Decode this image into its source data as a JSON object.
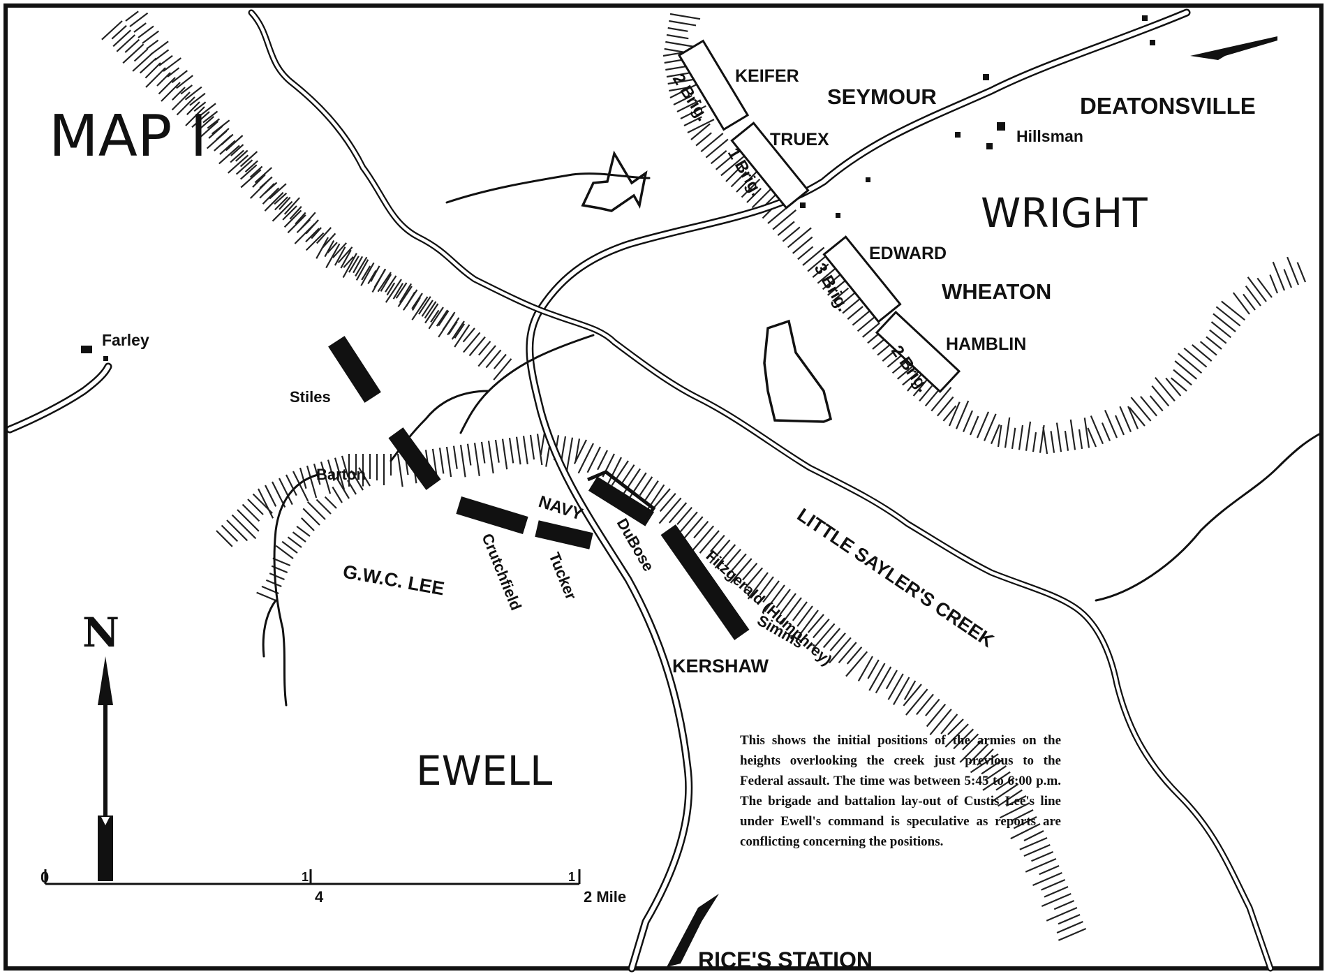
{
  "map": {
    "title": "MAP I",
    "places": {
      "deatonsville": "DEATONSVILLE",
      "hillsman": "Hillsman",
      "farley": "Farley",
      "rices_station": "RICE'S STATION",
      "creek": "LITTLE SAYLER'S CREEK"
    },
    "union": {
      "corps": "WRIGHT",
      "divisions": {
        "seymour": "SEYMOUR",
        "wheaton": "WHEATON"
      },
      "brigades": {
        "keifer": "KEIFER",
        "truex": "TRUEX",
        "edward": "EDWARD",
        "hamblin": "HAMBLIN",
        "keifer_tag": "2 Brig.",
        "truex_tag": "1 Brig.",
        "edward_tag": "3 Brig.",
        "hamblin_tag": "2 Brig."
      }
    },
    "confederate": {
      "corps": "EWELL",
      "divisions": {
        "gwc_lee": "G.W.C. LEE",
        "kershaw": "KERSHAW"
      },
      "units": {
        "stiles": "Stiles",
        "barton": "Barton",
        "navy": "NAVY",
        "crutchfield": "Crutchfield",
        "tucker": "Tucker",
        "dubose": "DuBose",
        "fitzgerald": "Fitzgerald (Humphrey)",
        "simms": "Simms"
      }
    },
    "north_label": "N",
    "scale": {
      "zero": "0",
      "quarter": "1",
      "quarter_den": "4",
      "half": "1",
      "half_den": "2 Mile"
    },
    "note": "This shows the initial positions of the armies on the heights overlooking the creek just previous to the Federal assault. The time was between 5:45 to 6:00 p.m. The brigade and battalion lay-out of Custis Lee's line under Ewell's command is speculative as reports are conflicting concerning the positions."
  }
}
